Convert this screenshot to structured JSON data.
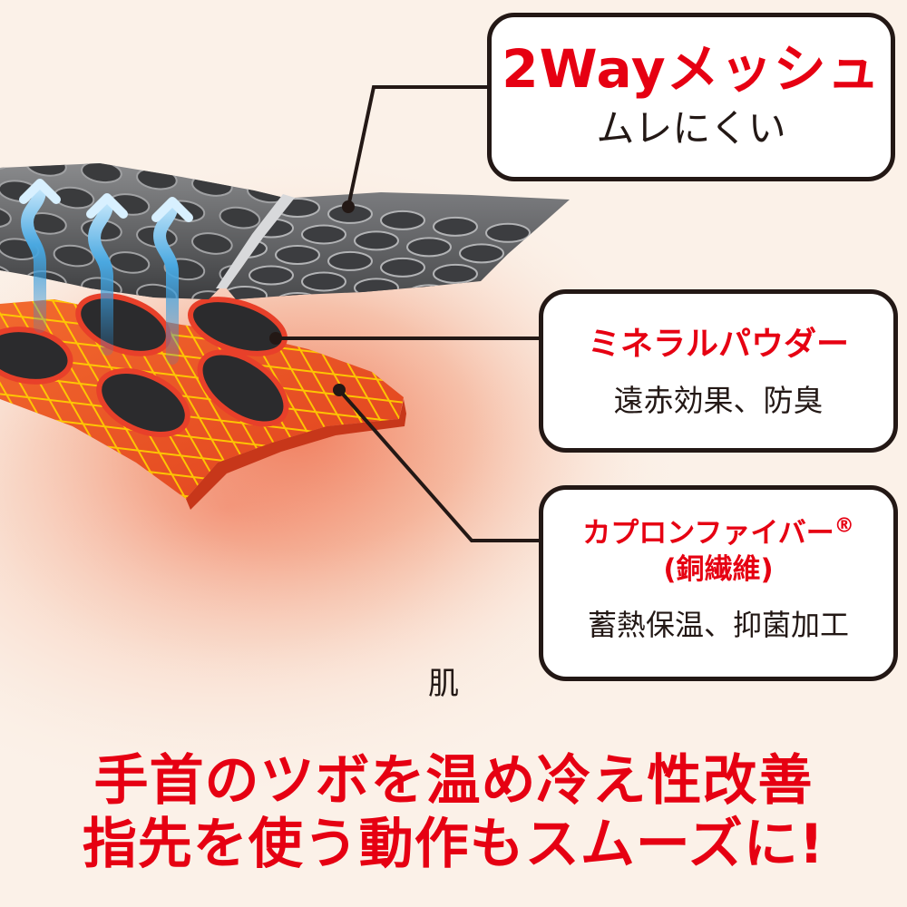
{
  "callouts": {
    "mesh": {
      "title": "2Wayメッシュ",
      "subtitle": "ムレにくい"
    },
    "mineral": {
      "title": "ミネラルパウダー",
      "subtitle": "遠赤効果、防臭"
    },
    "capron": {
      "title": "カプロンファイバー",
      "registered_mark": "®",
      "title_line2": "(銅繊維)",
      "subtitle": "蓄熱保温、抑菌加工"
    }
  },
  "skin_label": "肌",
  "headline": {
    "line1": "手首のツボを温め冷え性改善",
    "line2": "指先を使う動作もスムーズに!"
  },
  "colors": {
    "accent_red": "#e60012",
    "text_dark": "#231815",
    "background": "#fbf1e8",
    "mesh_gray": "#5a5b5d",
    "mineral_dots": "#2b2b2d",
    "fiber_orange": "#ef5a28",
    "fiber_grid": "#ffd200",
    "vapor_blue": "#4aa8e0"
  }
}
